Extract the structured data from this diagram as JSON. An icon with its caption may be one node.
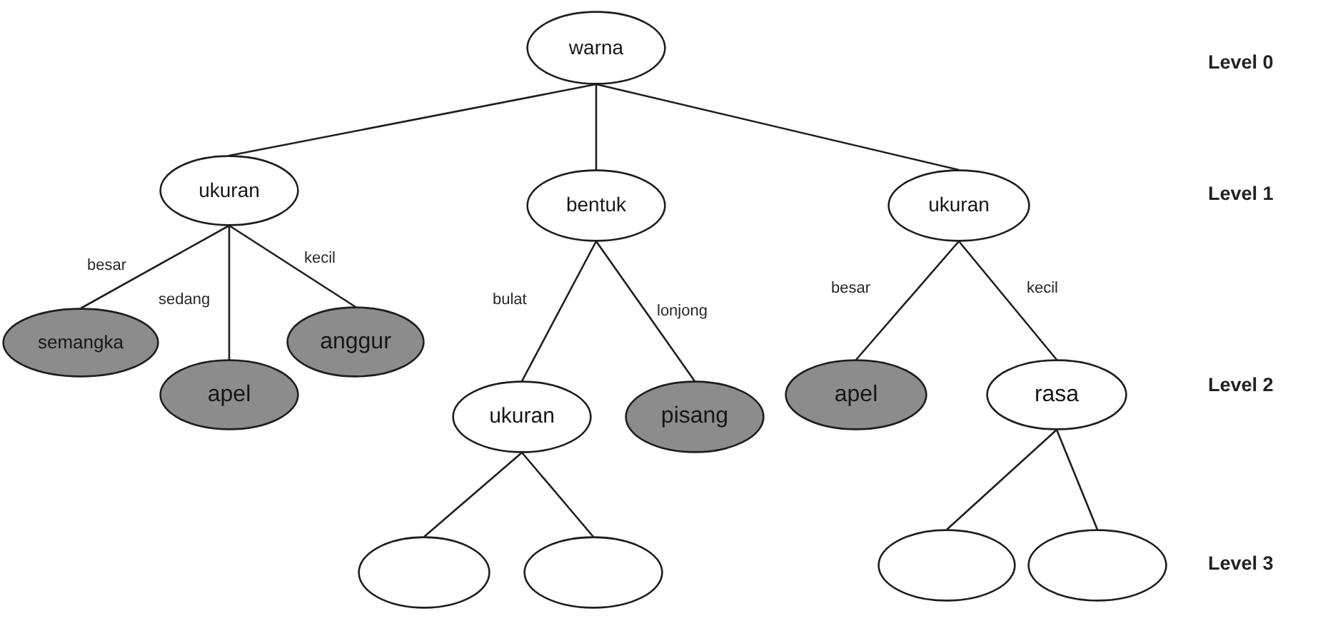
{
  "diagram": {
    "nodes": [
      {
        "text": [
          "warna"
        ]
      },
      {
        "text": [
          "ukuran"
        ]
      },
      {
        "text": [
          "bentuk"
        ]
      },
      {
        "text": [
          "ukuran"
        ]
      },
      {
        "text": [
          "semangka"
        ]
      },
      {
        "text": [
          "apel"
        ]
      },
      {
        "text": [
          "anggur"
        ]
      },
      {
        "text": [
          "ukuran"
        ]
      },
      {
        "text": [
          "pisang"
        ]
      },
      {
        "text": [
          "apel"
        ]
      },
      {
        "text": [
          "rasa"
        ]
      },
      {
        "text": [],
        "shape": "ellipse"
      },
      {
        "text": [],
        "shape": "ellipse"
      },
      {
        "text": [],
        "shape": "ellipse"
      },
      {
        "text": [],
        "shape": "ellipse"
      }
    ],
    "edges": [
      {
        "from": 0,
        "to": 1,
        "arrow": "none"
      },
      {
        "from": 0,
        "to": 2,
        "arrow": "none"
      },
      {
        "from": 0,
        "to": 3,
        "arrow": "none"
      },
      {
        "from": 1,
        "to": 4,
        "arrow": "none",
        "label": "besar"
      },
      {
        "from": 1,
        "to": 5,
        "arrow": "none",
        "label": "sedang"
      },
      {
        "from": 1,
        "to": 6,
        "arrow": "none",
        "label": "kecil"
      },
      {
        "from": 2,
        "to": 7,
        "arrow": "none",
        "label": "bulat"
      },
      {
        "from": 2,
        "to": 8,
        "arrow": "none",
        "label": "lonjong"
      },
      {
        "from": 3,
        "to": 9,
        "arrow": "none",
        "label": "besar"
      },
      {
        "from": 3,
        "to": 10,
        "arrow": "none",
        "label": "kecil"
      },
      {
        "from": 7,
        "to": 11,
        "arrow": "none"
      },
      {
        "from": 7,
        "to": 12,
        "arrow": "none"
      },
      {
        "from": 10,
        "to": 13,
        "arrow": "none"
      },
      {
        "from": 10,
        "to": 14,
        "arrow": "none"
      }
    ],
    "labels": [
      "Level 0",
      "Level 1",
      "Level 2",
      "Level 3"
    ]
  }
}
